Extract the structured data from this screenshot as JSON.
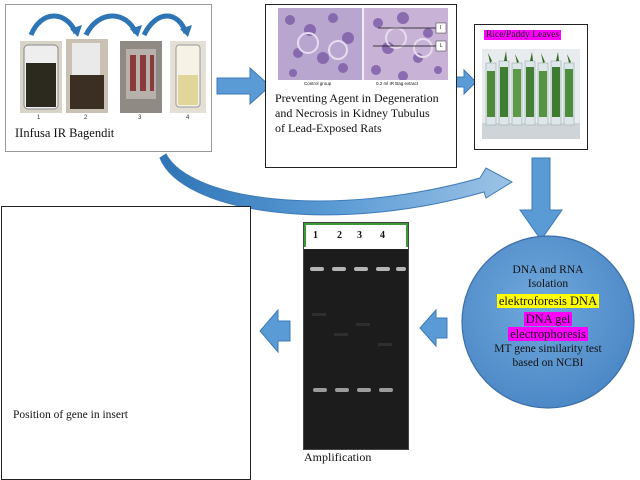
{
  "infusa": {
    "caption": "IInfusa IR Bagendit",
    "steps": [
      "1",
      "2",
      "3",
      "4"
    ]
  },
  "histology": {
    "caption_lines": [
      "Preventing Agent in Degeneration",
      "and Necrosis in Kidney Tubulus",
      "of Lead-Exposed Rats"
    ],
    "panel_labels": [
      "Control group",
      "0.2 ml IR Bag extract"
    ],
    "markers": [
      "I",
      "L"
    ]
  },
  "rice": {
    "label": "Rice/Paddy Leaves"
  },
  "circle": {
    "lines": [
      "DNA and RNA",
      "Isolation"
    ],
    "highlight_yellow": "elektroforesis DNA",
    "highlight_magenta": [
      "DNA gel",
      "electrophoresis"
    ],
    "lines_after": [
      "MT gene similarity test",
      "based on NCBI"
    ]
  },
  "gel": {
    "lanes": [
      "1",
      "2",
      "3",
      "4"
    ],
    "caption": "Amplification"
  },
  "position": {
    "caption": "Position of gene in insert"
  },
  "colors": {
    "arrow_fill": "#5b9bd5",
    "arrow_stroke": "#3d7ab8",
    "circle_fill": "#5b9bd5",
    "highlight_yellow": "#ffff00",
    "highlight_magenta": "#ff00ff",
    "gel_bg": "#1a1a1a"
  }
}
